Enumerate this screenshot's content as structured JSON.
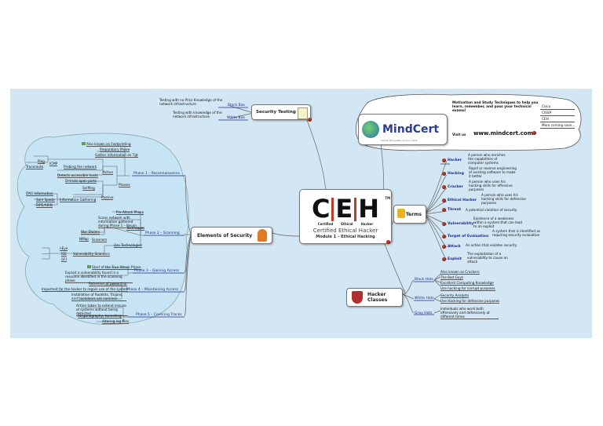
{
  "center": {
    "logo_letters": [
      "C",
      "E",
      "H"
    ],
    "trademark": "TM",
    "logo_words": [
      "Certified",
      "Ethical",
      "Hacker"
    ],
    "title": "Certified Ethical Hacker",
    "subtitle": "Module 1 – Ethical Hacking"
  },
  "security_testing": {
    "label": "Security Testing",
    "items": [
      {
        "tag": "Black Box",
        "desc": "Testing with no Prior Knowledge of the network infrastructure"
      },
      {
        "tag": "White Box",
        "desc": "Testing with knowledge of the network infrastructure"
      }
    ]
  },
  "mindcert": {
    "brand": "MindCert",
    "tagline": "Unlock the power of your mind",
    "headline": "Motivation and Study Techniques to help you learn, remember, and pass your technical exams!",
    "visit_label": "Visit us",
    "url": "www.mindcert.com",
    "certs": [
      "Cisco",
      "CISSP",
      "CEH",
      "More coming soon..."
    ]
  },
  "terms": {
    "label": "Terms",
    "items": [
      {
        "term": "Hacker",
        "def": "A person who enriches the capabilities of computer systems"
      },
      {
        "term": "Hacking",
        "def": "Rapid or reverse engineering of existing software to make it better"
      },
      {
        "term": "Cracker",
        "def": "A person who uses his hacking skills for offensive purposes"
      },
      {
        "term": "Ethical Hacker",
        "def": "A person who uses his hacking skills for defensive purposes"
      },
      {
        "term": "Threat",
        "def": "A potential violation of security"
      },
      {
        "term": "Vulnerability",
        "def": "Existence of a weakness within a system that can lead to an exploit"
      },
      {
        "term": "Target of Evaluation",
        "def": "A system that is identified as requiring security evaluation"
      },
      {
        "term": "Attack",
        "def": "An action that violates security"
      },
      {
        "term": "Exploit",
        "def": "The exploitation of a vulnerability to cause an attack"
      }
    ]
  },
  "hacker_classes": {
    "label": "Hacker Classes",
    "groups": [
      {
        "name": "Black Hats",
        "items": [
          "Also known as Crackers",
          "The Bad Guys",
          "Excellent Computing Knowledge",
          "Use hacking for corrupt purposes"
        ]
      },
      {
        "name": "White Hats",
        "items": [
          "Security Analysts",
          "Use Hacking for defensive purposes"
        ]
      },
      {
        "name": "Gray Hats",
        "items": [
          "Individuals who work both offensively and defensively at different times"
        ]
      }
    ]
  },
  "elements_of_security": {
    "label": "Elements of Security",
    "phase1": {
      "label": "Phase 1 – Reconnaissance",
      "aka": "Also known as Footprinting",
      "prep": "Preparatory Phase",
      "gather": "Gather information on Tgt",
      "probing": "Probing the network",
      "icmp": "ICMP",
      "ping": "Ping",
      "traceroute": "Traceroute",
      "active": "Active",
      "detect_hosts": "Detects accessible hosts",
      "detect_ports": "Detects open ports",
      "phases": "Phases",
      "sniffing": "Sniffing",
      "info_gathering": "Information Gathering",
      "passive": "Passive",
      "dns": "DNS Information",
      "samspade": "Sam Spade",
      "whois": "WHOIS",
      "ripe": "RIPE/ARIN"
    },
    "phase2": {
      "label": "Phase 2 – Scanning",
      "pre_attack": "Pre Attack Phase",
      "scans": "Scans network with information gathered during Phase 1 – Recon",
      "war_dialers": "War Dialers",
      "nmap": "NMap",
      "scanners": "Scanners",
      "techniques": "Techniques",
      "use_tech": "Use Technologies",
      "nessus": "nEye",
      "iss": "ISS",
      "gfi": "GFI",
      "vuln_scanners": "Vulnerability Scanners"
    },
    "phase3": {
      "label": "Phase 3 – Gaining Access",
      "start": "Start of the True Attack Phase",
      "exploit": "Exploit a vulnerability found in a resource identified in the scanning phase"
    },
    "phase4": {
      "label": "Phase 4 – Maintaining Access",
      "retention": "Retention of ownership",
      "important": "Important for the hacker to regain use of the system",
      "install": "Installation of Rootkits, Trojans, and backdoors are common"
    },
    "phase5": {
      "label": "Phase 5 – Covering Tracks",
      "action": "Action taken to extend misuse of systems without being detected",
      "stego": "Steganography, tunnelling",
      "altering": "Altering log files"
    }
  },
  "colors": {
    "canvas": "#d3e6f3",
    "cloud": "#c7e4f4",
    "link": "#1a2a8c",
    "accent": "#c0392b"
  }
}
